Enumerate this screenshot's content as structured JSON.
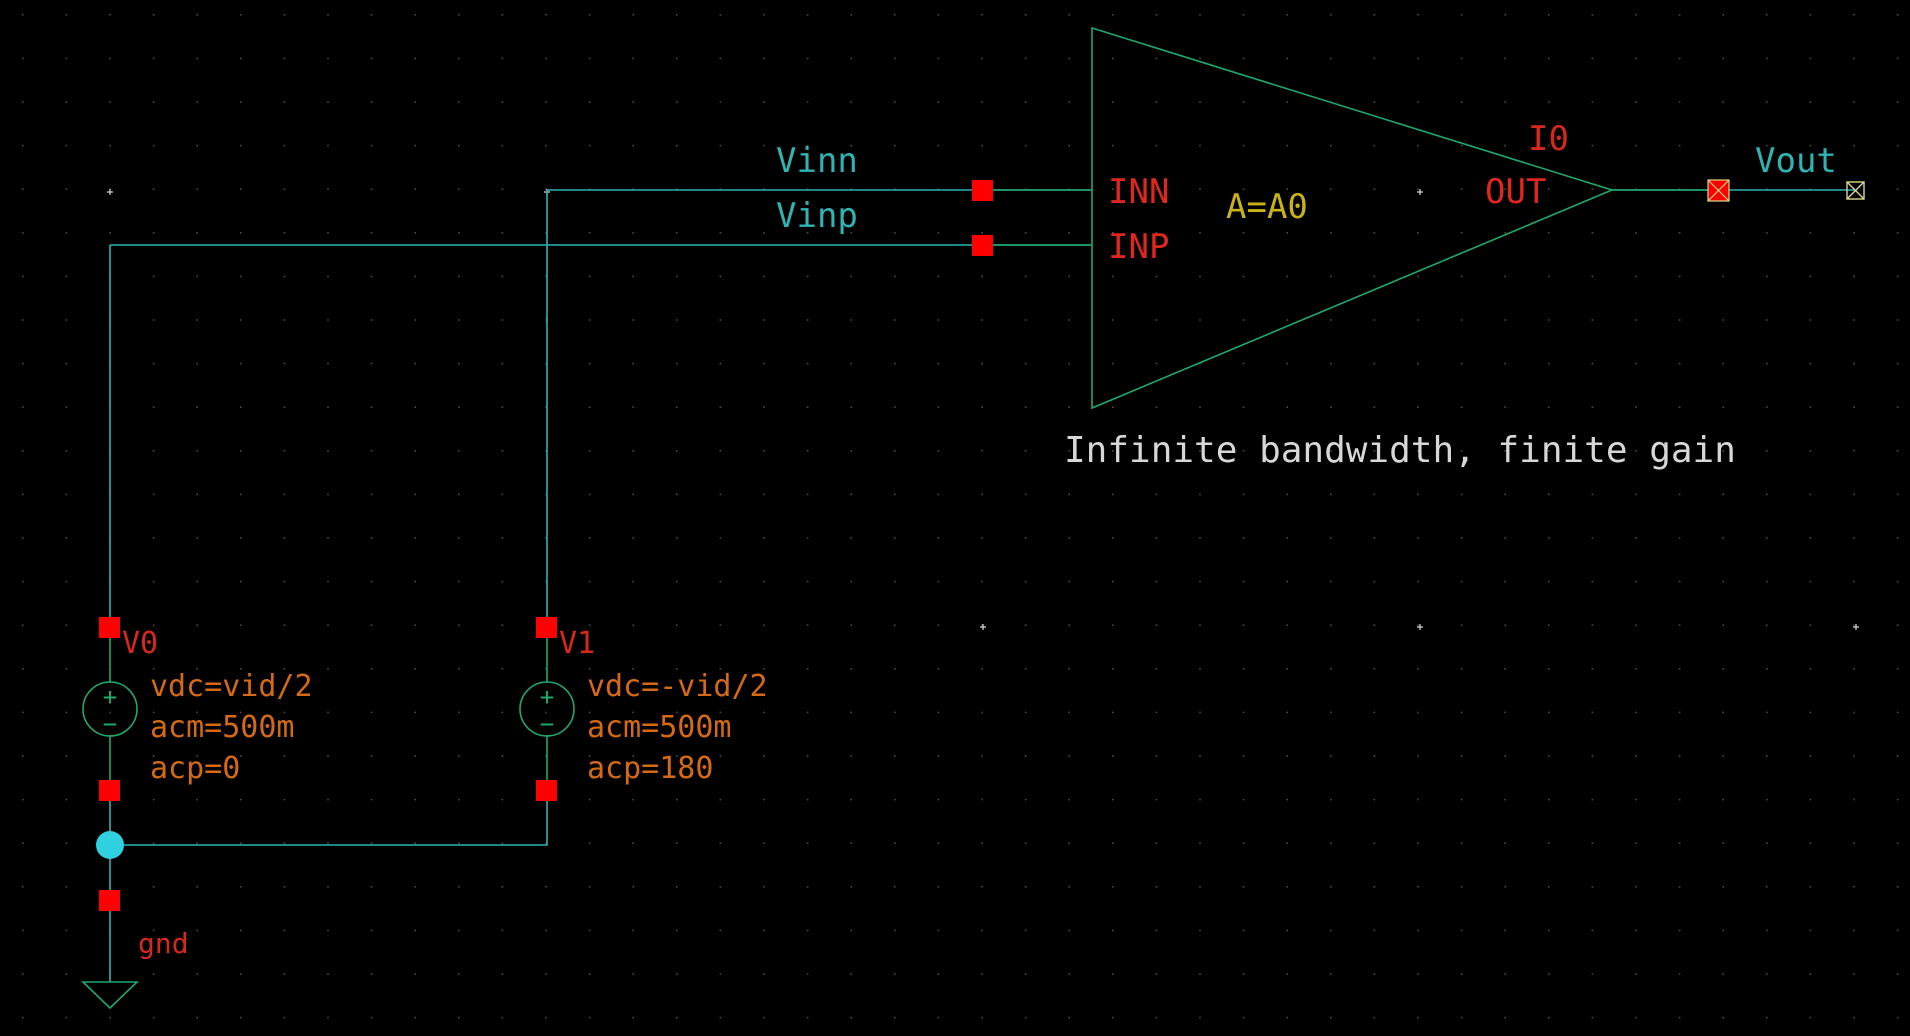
{
  "colors": {
    "background": "#000000",
    "wire": "#2fb3b3",
    "symbol_body": "#1fa86b",
    "pin": "#ff0000",
    "pin_label": "#e0261d",
    "instance_name": "#d8281e",
    "parameter": "#d66a14",
    "gain_label": "#c9b21a",
    "net_label": "#2fb3b3",
    "note": "#d7d7d7",
    "junction": "#30d0e0",
    "terminal": "#d9d98a",
    "grid": "#4a4a4a"
  },
  "nets": {
    "inn": "Vinn",
    "inp": "Vinp",
    "out": "Vout"
  },
  "amplifier": {
    "instance": "I0",
    "pin_inn": "INN",
    "pin_inp": "INP",
    "pin_out": "OUT",
    "gain": "A=A0",
    "note": "Infinite bandwidth, finite gain"
  },
  "sources": [
    {
      "instance": "V0",
      "params": [
        "vdc=vid/2",
        "acm=500m",
        "acp=0"
      ]
    },
    {
      "instance": "V1",
      "params": [
        "vdc=-vid/2",
        "acm=500m",
        "acp=180"
      ]
    }
  ],
  "ground": {
    "label": "gnd"
  },
  "icons": {
    "source_plus": "+",
    "source_minus": "−"
  }
}
